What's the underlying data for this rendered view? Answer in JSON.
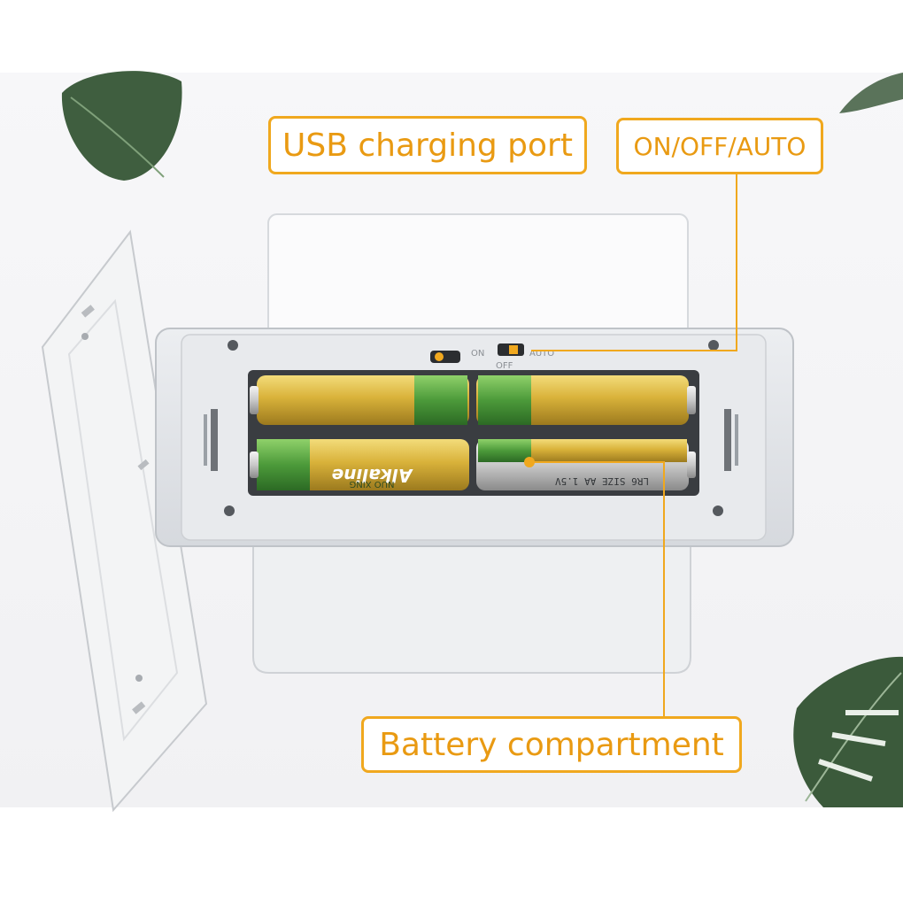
{
  "labels": {
    "usb_port": "USB charging port",
    "power_switch": "ON/OFF/AUTO",
    "battery_compartment": "Battery compartment"
  },
  "switch_marks": {
    "on": "ON",
    "off": "OFF",
    "auto": "AUTO"
  },
  "battery_print": {
    "brand_text": "NUO XING",
    "type_text": "Alkaline",
    "size_text": "LR6 SIZE AA 1.5V"
  },
  "colors": {
    "accent": "#f0a81e",
    "accent_text": "#e99a12",
    "backdrop": "#f4f4f6",
    "device_body": "#e3e5e8",
    "battery_gold": "#d8b23a",
    "battery_green": "#4c9a3a",
    "leaf": "#3c5a3c"
  }
}
